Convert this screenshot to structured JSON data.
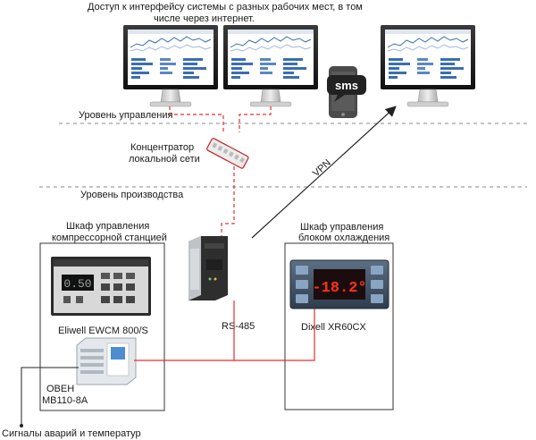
{
  "caption": {
    "line1": "Доступ к интерфейсу системы с разных рабочих мест, в том",
    "line2": "числе через интернет."
  },
  "levels": {
    "management": "Уровень управления",
    "production": "Уровень производства"
  },
  "hub": {
    "line1": "Концентратор",
    "line2": "локальной сети"
  },
  "sms": {
    "label": "sms"
  },
  "vpn": {
    "label": "VPN"
  },
  "compressor_cabinet": {
    "line1": "Шкаф управления",
    "line2": "компрессорной станцией",
    "controller_label": "Eliwell EWCM 800/S",
    "display_value": "0.50"
  },
  "cooling_cabinet": {
    "line1": "Шкаф управления",
    "line2": "блоком охлаждения",
    "controller_label": "Dixell XR60CX",
    "display_value": "-18.2°"
  },
  "gateway": {
    "bus_label": "RS-485"
  },
  "oven": {
    "line1": "ОВЕН",
    "line2": "МВ110-8А"
  },
  "alarm_signals": "Сигналы аварий и температур",
  "colors": {
    "wire_red": "#e03030",
    "line_dark": "#333333",
    "dash_gray": "#888888",
    "screen_blue": "#3b6fb0",
    "display_red": "#ff3020"
  }
}
